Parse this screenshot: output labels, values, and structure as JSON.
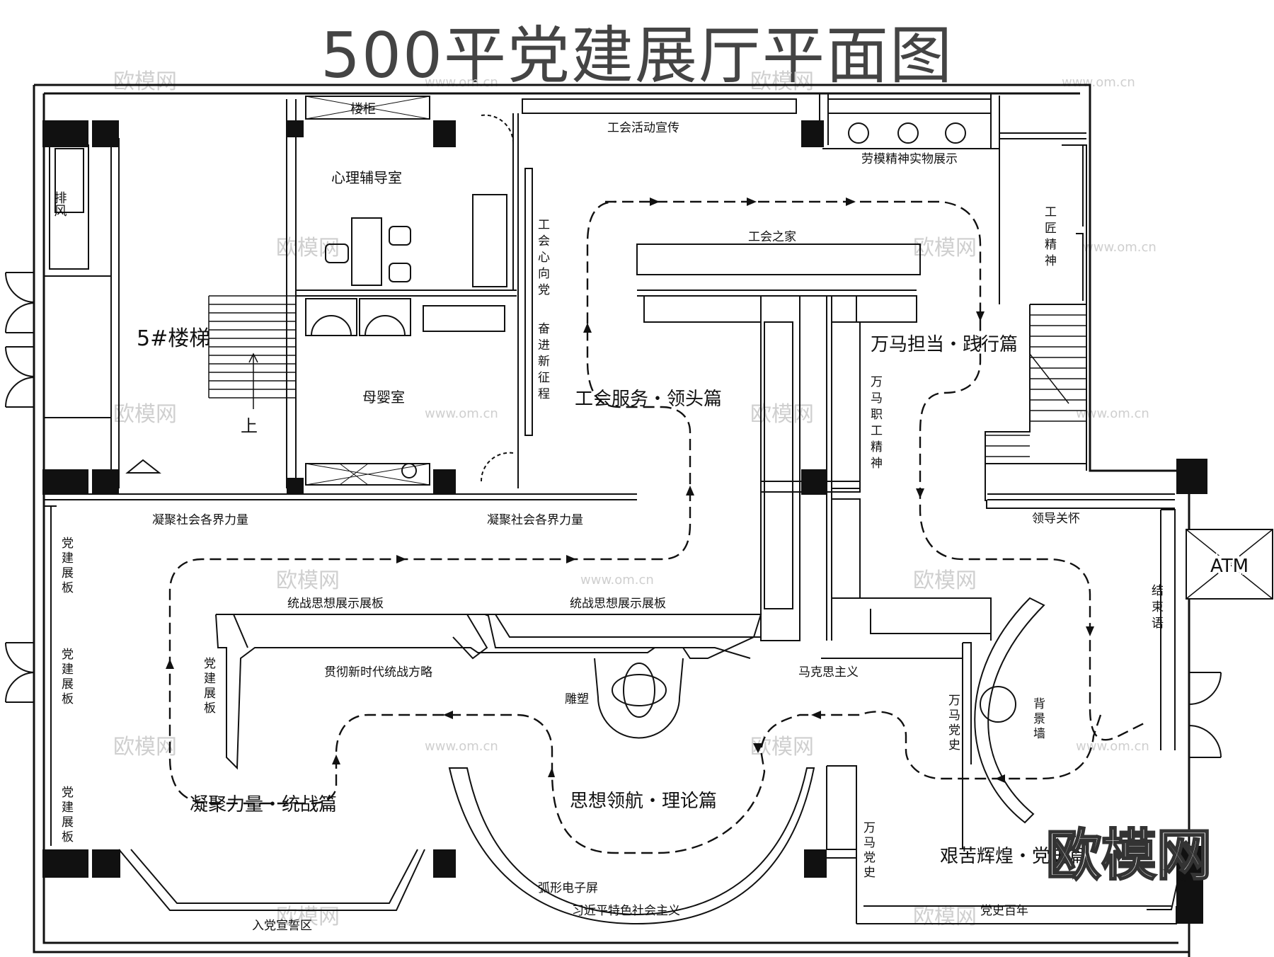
{
  "title": "500平党建展厅平面图",
  "rooms": {
    "stair": "5#楼梯",
    "stair_up": "上",
    "exhaust": "排风",
    "psych": "心理辅导室",
    "nursing": "母婴室",
    "counter": "楼柜",
    "atm": "ATM"
  },
  "sections": [
    {
      "key": "s1",
      "text": "工会服务・领头篇"
    },
    {
      "key": "s2",
      "text": "万马担当・践行篇"
    },
    {
      "key": "s3",
      "text": "凝聚力量・统战篇"
    },
    {
      "key": "s4",
      "text": "思想领航・理论篇"
    },
    {
      "key": "s5",
      "text": "艰苦辉煌・党史篇"
    }
  ],
  "labels": {
    "union_activity": "工会活动宣传",
    "model_workers": "劳模精神实物展示",
    "union_home": "工会之家",
    "craftsman": "工匠精神",
    "union_heart": "工会心向党",
    "new_journey": "奋进新征程",
    "wanma_spirit": "万马职工精神",
    "unite_left": "凝聚社会各界力量",
    "unite_right": "凝聚社会各界力量",
    "leader_care": "领导关怀",
    "closing": "结束语",
    "party_board_1": "党建展板",
    "party_board_2": "党建展板",
    "party_board_3": "党建展板",
    "party_board_inner": "党建展板",
    "united_front_1": "统战思想展示展板",
    "united_front_2": "统战思想展示展板",
    "implement": "贯彻新时代统战方略",
    "marxism": "马克思主义",
    "sculpture": "雕塑",
    "history_1": "万马党史",
    "history_2": "万马党史",
    "backdrop": "背景墙",
    "curved_screen": "弧形电子屏",
    "xi_thought": "习近平特色社会主义",
    "oath_area": "入党宣誓区",
    "century": "党史百年"
  },
  "watermark": {
    "brand": "欧模网",
    "url": "www.om.cn"
  }
}
